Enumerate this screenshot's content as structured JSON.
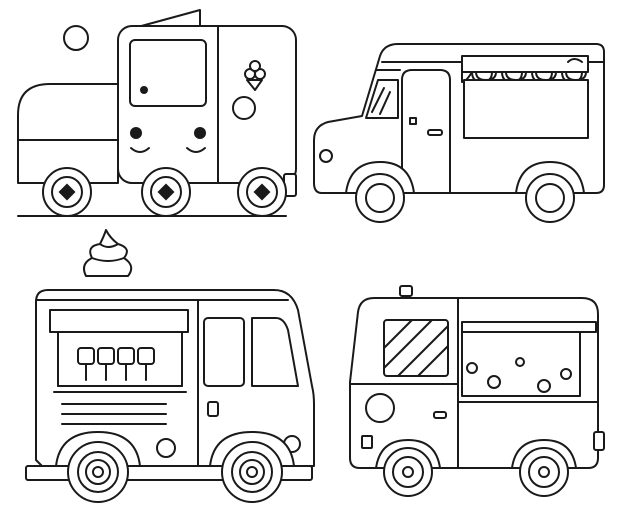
{
  "colors": {
    "background": "#ffffff",
    "line": "#1a1a1a"
  },
  "illustrations": [
    {
      "id": "cartoon-truck",
      "icon": "cartoon-food-truck-icon"
    },
    {
      "id": "street-food-van",
      "icon": "food-van-with-awning-icon"
    },
    {
      "id": "ice-cream-truck",
      "icon": "ice-cream-truck-icon"
    },
    {
      "id": "bubble-tea-truck",
      "icon": "bubble-tea-truck-icon"
    }
  ]
}
